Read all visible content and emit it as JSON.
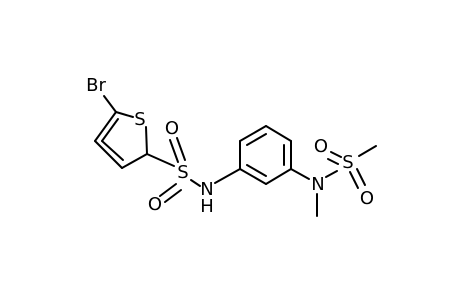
{
  "molecule": {
    "atoms": {
      "br": "Br",
      "s_ring": "S",
      "s_sulfonyl_1": "S",
      "o1_a": "O",
      "o1_b": "O",
      "nh": "N",
      "nh_h": "H",
      "n2": "N",
      "s_sulfonyl_2": "S",
      "o2_a": "O",
      "o2_b": "O"
    }
  }
}
